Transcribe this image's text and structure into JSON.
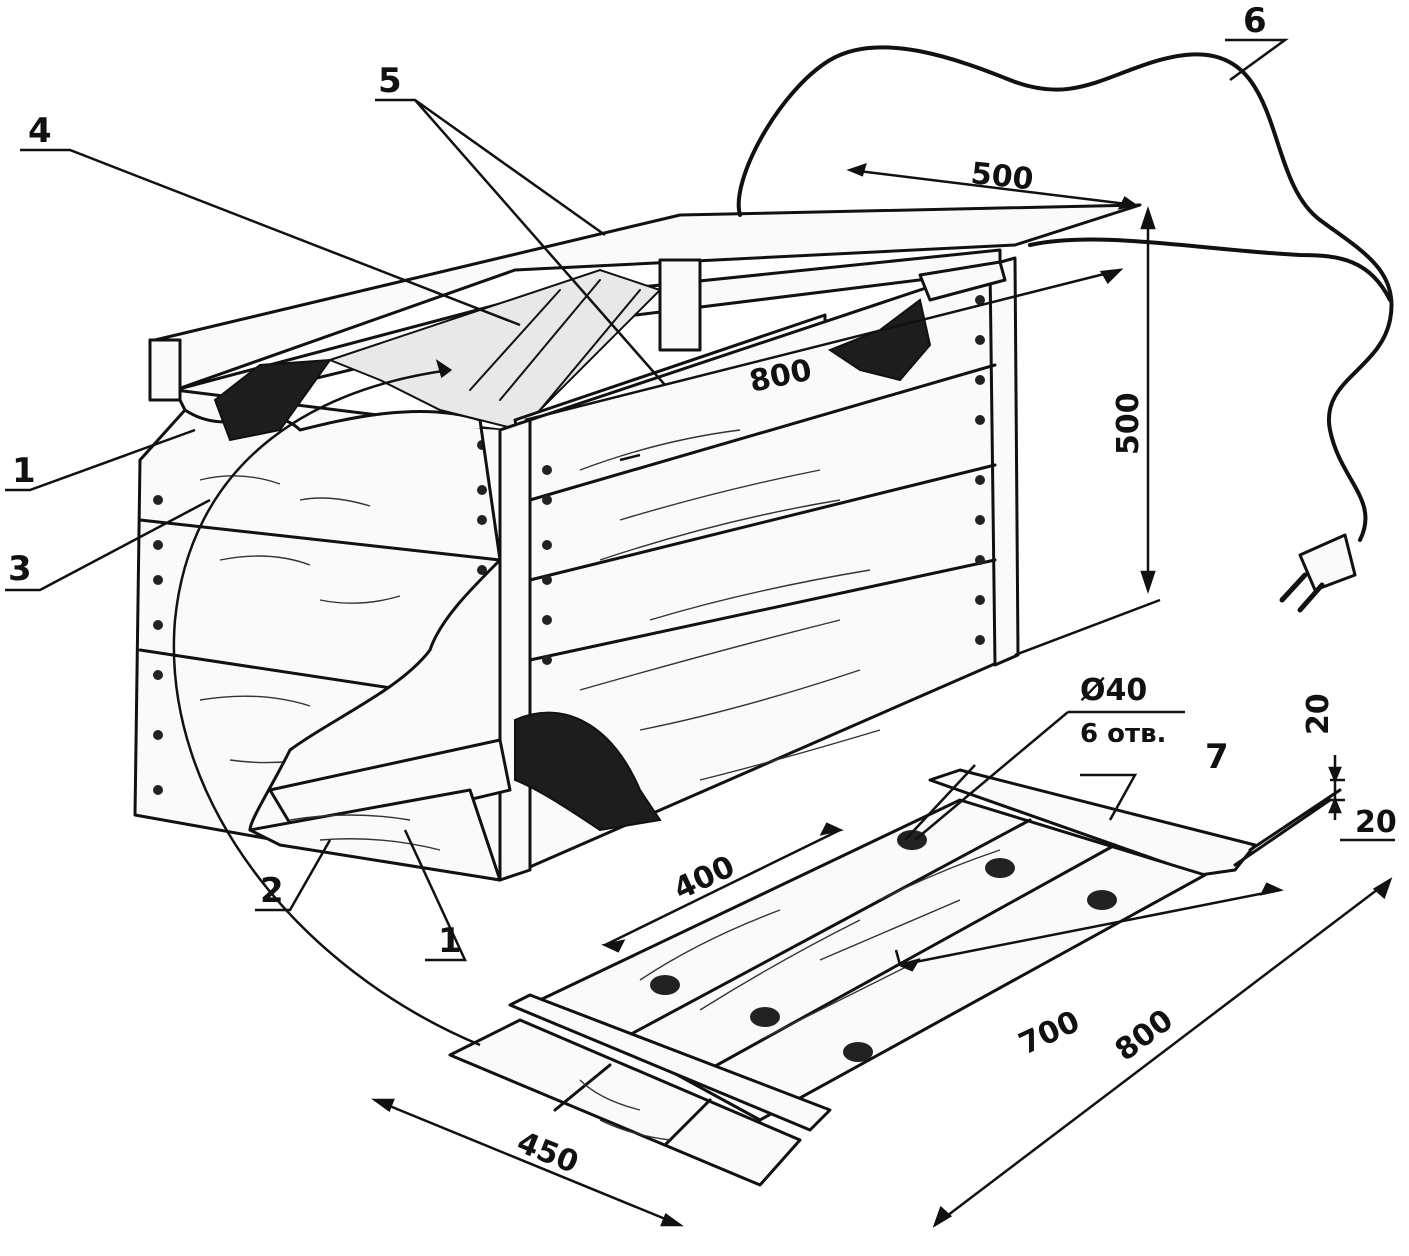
{
  "callouts": {
    "c1a": "1",
    "c1b": "1",
    "c2": "2",
    "c3": "3",
    "c4": "4",
    "c5": "5",
    "c6": "6",
    "c7": "7"
  },
  "dimensions": {
    "top_width": "500",
    "height": "500",
    "length_top": "800",
    "tray_400": "400",
    "tray_700": "700",
    "tray_800": "800",
    "tray_450": "450",
    "slat_20a": "20",
    "slat_20b": "20"
  },
  "hole_note": {
    "diameter": "Ø40",
    "count": "6 отв."
  },
  "colors": {
    "ink": "#111111",
    "paper": "#ffffff"
  }
}
